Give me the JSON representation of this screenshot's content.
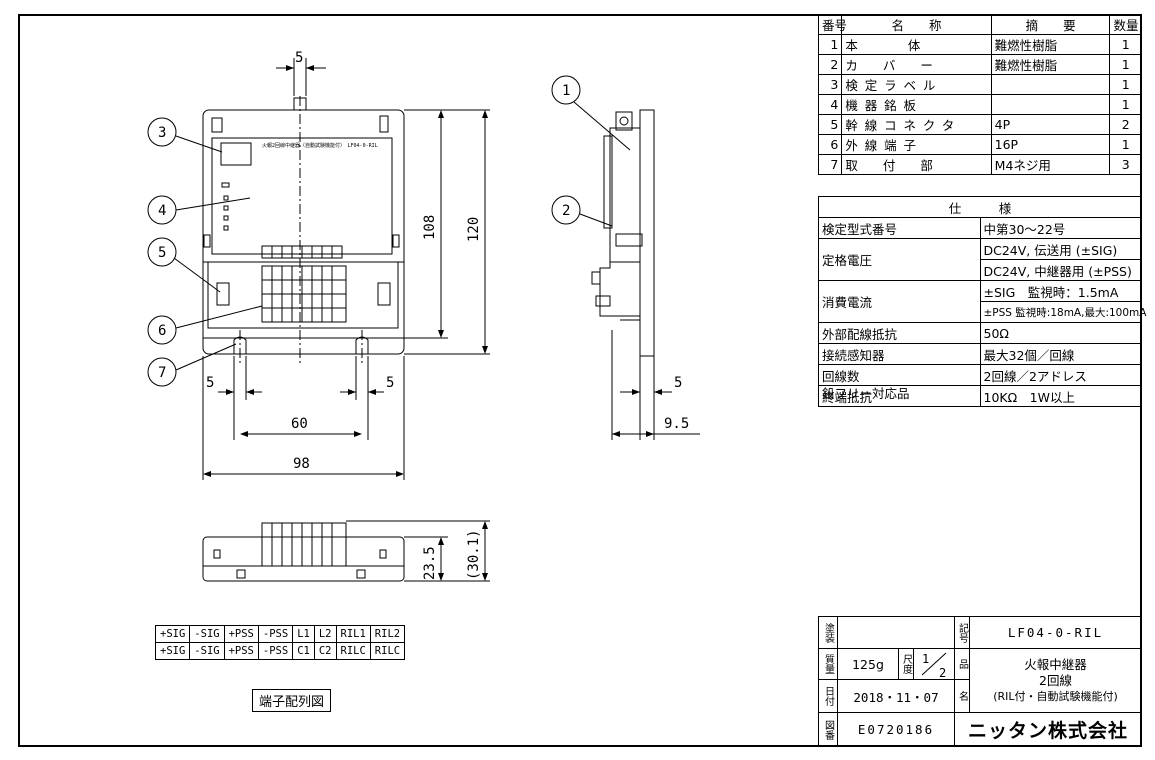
{
  "parts_table": {
    "headers": {
      "num": "番号",
      "name": "名　　称",
      "summary": "摘　　要",
      "qty": "数量"
    },
    "rows": [
      {
        "num": "1",
        "name": "本　　　　体",
        "summary": "難燃性樹脂",
        "qty": "1"
      },
      {
        "num": "2",
        "name": "カ　　バ　　ー",
        "summary": "難燃性樹脂",
        "qty": "1"
      },
      {
        "num": "3",
        "name": "検定ラベル",
        "summary": "",
        "qty": "1"
      },
      {
        "num": "4",
        "name": "機器銘板",
        "summary": "",
        "qty": "1"
      },
      {
        "num": "5",
        "name": "幹線コネクタ",
        "summary": "4P",
        "qty": "2"
      },
      {
        "num": "6",
        "name": "外線端子",
        "summary": "16P",
        "qty": "1"
      },
      {
        "num": "7",
        "name": "取　　付　　部",
        "summary": "M4ネジ用",
        "qty": "3"
      }
    ]
  },
  "specs": {
    "heading": "仕　　　様",
    "rows": [
      {
        "label": "検定型式番号",
        "values": [
          "中第30～22号"
        ]
      },
      {
        "label": "定格電圧",
        "values": [
          "DC24V, 伝送用 (±SIG)",
          "DC24V, 中継器用 (±PSS)"
        ]
      },
      {
        "label": "消費電流",
        "values": [
          "±SIG　監視時：1.5mA",
          "±PSS 監視時:18mA,最大:100mA"
        ]
      },
      {
        "label": "外部配線抵抗",
        "values": [
          "50Ω"
        ]
      },
      {
        "label": "接続感知器",
        "values": [
          "最大32個／回線"
        ]
      },
      {
        "label": "回線数",
        "values": [
          "2回線／2アドレス"
        ]
      },
      {
        "label": "終端抵抗",
        "values": [
          "10KΩ　1W以上"
        ]
      }
    ],
    "note": "鉛フリー対応品"
  },
  "title_block": {
    "coating_label": "塗装",
    "symbol_label": "記号",
    "symbol": "LF04-0-RIL",
    "mass_label": "質量",
    "mass": "125g",
    "scale_label": "尺度",
    "scale_num": "1",
    "scale_den": "2",
    "product_label": "品",
    "date_label": "日付",
    "date": "2018・11・07",
    "name_label": "名",
    "product_lines": [
      "火報中継器",
      "2回線",
      "(RIL付・自動試験機能付)"
    ],
    "drawing_no_label": "図番",
    "drawing_no": "E0720186",
    "company": "ニッタン株式会社"
  },
  "terminal_table": {
    "rows": [
      [
        "+SIG",
        "-SIG",
        "+PSS",
        "-PSS",
        "L1",
        "L2",
        "RIL1",
        "RIL2"
      ],
      [
        "+SIG",
        "-SIG",
        "+PSS",
        "-PSS",
        "C1",
        "C2",
        "RILC",
        "RILC"
      ]
    ],
    "caption": "端子配列図"
  },
  "drawing": {
    "callouts": [
      "1",
      "2",
      "3",
      "4",
      "5",
      "6",
      "7"
    ],
    "dims": {
      "top_width": "5",
      "height_108": "108",
      "height_120": "120",
      "left_5": "5",
      "right_5": "5",
      "pitch_60": "60",
      "width_98": "98",
      "side_5": "5",
      "side_95": "9.5",
      "depth_235": "23.5",
      "depth_301": "(30.1)"
    },
    "label_small": "火報2回線中継器（自動試験機能付）　LF04-0-RIL"
  }
}
